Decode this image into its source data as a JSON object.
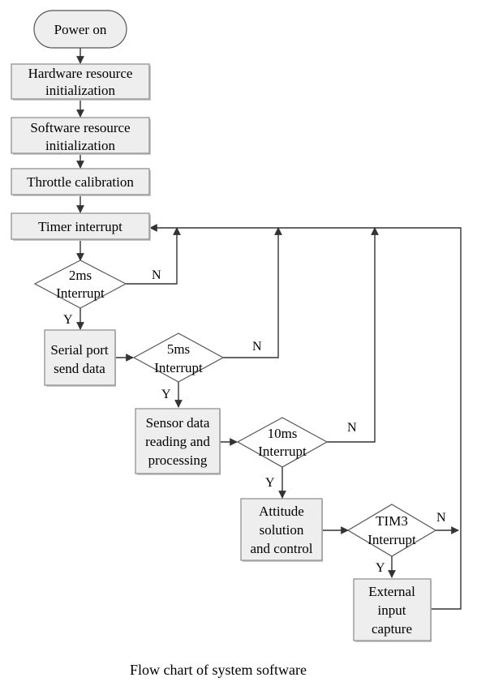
{
  "flowchart": {
    "caption": "Flow chart of system software",
    "start": "Power on",
    "hw_init": [
      "Hardware resource",
      "initialization"
    ],
    "sw_init": [
      "Software resource",
      "initialization"
    ],
    "throttle": "Throttle calibration",
    "timer": "Timer interrupt",
    "d2ms": [
      "2ms",
      "Interrupt"
    ],
    "serial": [
      "Serial port",
      "send data"
    ],
    "d5ms": [
      "5ms",
      "Interrupt"
    ],
    "sensor": [
      "Sensor data",
      "reading and",
      "processing"
    ],
    "d10ms": [
      "10ms",
      "Interrupt"
    ],
    "attitude": [
      "Attitude",
      "solution",
      "and control"
    ],
    "tim3": [
      "TIM3",
      "Interrupt"
    ],
    "capture": [
      "External",
      "input",
      "capture"
    ],
    "yes": "Y",
    "no": "N"
  }
}
